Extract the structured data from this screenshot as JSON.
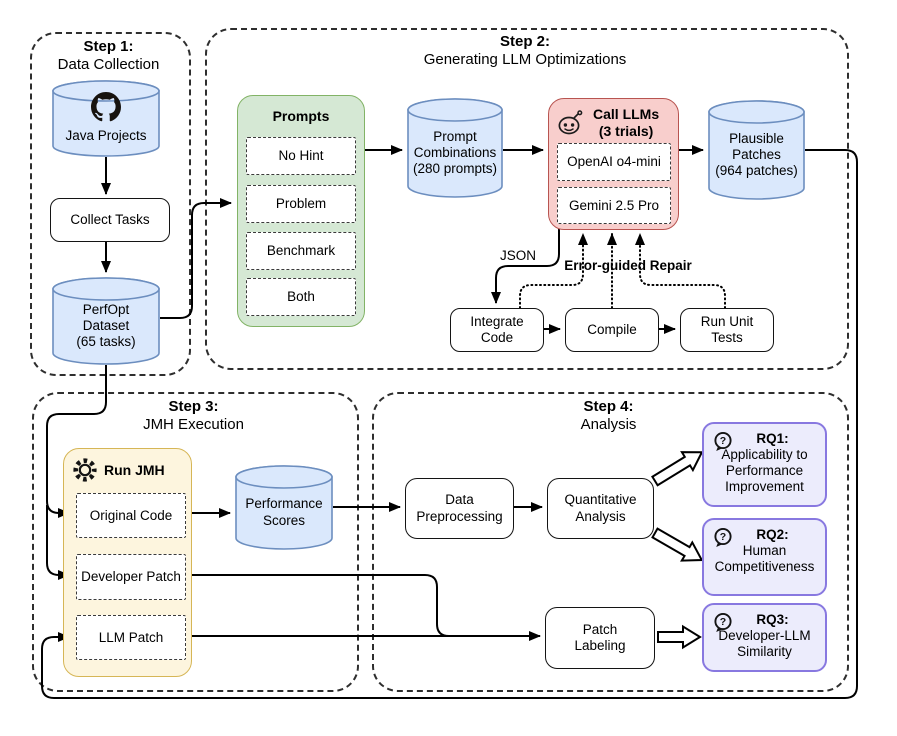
{
  "colors": {
    "cylinder_fill": "#dae8fc",
    "cylinder_stroke": "#6c8ebf",
    "prompts_fill": "#d5e8d4",
    "prompts_stroke": "#82b366",
    "llm_fill": "#f8cecc",
    "llm_stroke": "#b85450",
    "jmh_fill": "#fdf5de",
    "jmh_stroke": "#d6b656",
    "rq_fill": "#ececfc",
    "rq_stroke": "#8878e0"
  },
  "step1": {
    "title_bold": "Step 1:",
    "title_rest": "Data Collection",
    "java_projects": "Java Projects",
    "collect_tasks": "Collect Tasks",
    "perfopt": "PerfOpt\nDataset\n(65 tasks)"
  },
  "step2": {
    "title_bold": "Step 2:",
    "title_rest": "Generating LLM Optimizations",
    "prompts_title": "Prompts",
    "prompt_items": [
      "No Hint",
      "Problem",
      "Benchmark",
      "Both"
    ],
    "prompt_combinations": "Prompt\nCombinations\n(280 prompts)",
    "call_llms": "Call LLMs\n(3 trials)",
    "models": [
      "OpenAI o4-mini",
      "Gemini 2.5 Pro"
    ],
    "plausible_patches": "Plausible\nPatches\n(964 patches)",
    "json_label": "JSON",
    "repair_label": "Error-guided Repair",
    "integrate_code": "Integrate\nCode",
    "compile": "Compile",
    "run_unit_tests": "Run Unit\nTests"
  },
  "step3": {
    "title_bold": "Step 3:",
    "title_rest": "JMH Execution",
    "run_jmh": "Run JMH",
    "inputs": [
      "Original Code",
      "Developer Patch",
      "LLM Patch"
    ],
    "performance_scores": "Performance\nScores"
  },
  "step4": {
    "title_bold": "Step 4:",
    "title_rest": "Analysis",
    "data_preprocessing": "Data\nPreprocessing",
    "quantitative_analysis": "Quantitative\nAnalysis",
    "patch_labeling": "Patch\nLabeling",
    "rqs": [
      {
        "label": "RQ1:",
        "desc": "Applicability to\nPerformance\nImprovement"
      },
      {
        "label": "RQ2:",
        "desc": "Human\nCompetitiveness"
      },
      {
        "label": "RQ3:",
        "desc": "Developer-LLM\nSimilarity"
      }
    ]
  }
}
